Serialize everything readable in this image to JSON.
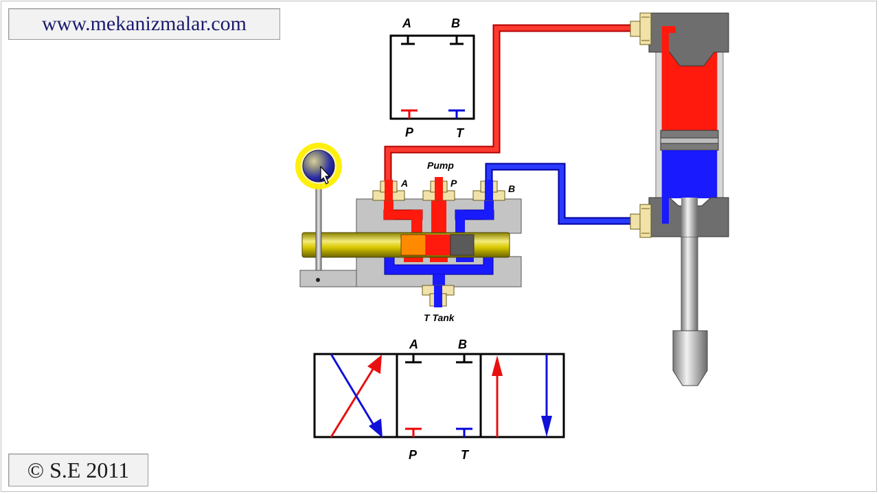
{
  "site_label": "www.mekanizmalar.com",
  "copyright_label": "© S.E 2011",
  "top_symbol": {
    "port_a": "A",
    "port_b": "B",
    "port_p": "P",
    "port_t": "T"
  },
  "valve_body": {
    "pump": "Pump",
    "port_a": "A",
    "port_p": "P",
    "port_b": "B",
    "tank": "T Tank"
  },
  "bottom_symbol": {
    "port_a": "A",
    "port_b": "B",
    "port_p": "P",
    "port_t": "T"
  },
  "colors": {
    "pressure": "#ff1a0d",
    "return": "#1a1aff",
    "body_gray": "#bfbfbf",
    "dark_gray": "#6e6e6e",
    "spool_yellow": "#d4c400",
    "fitting": "#f0e2a8",
    "handle_ball": "#2a2aa8",
    "handle_halo": "#ffee00"
  }
}
